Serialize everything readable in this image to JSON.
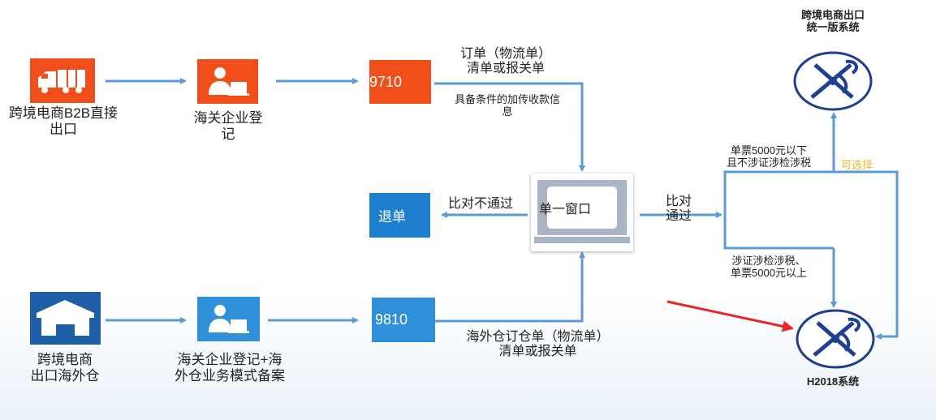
{
  "nodes": {
    "b2b": {
      "label_line1": "跨境电商B2B直接",
      "label_line2": "出口",
      "icon": "truck-icon"
    },
    "register_top": {
      "label_line1": "海关企业登",
      "label_line2": "记",
      "icon": "person-computer-icon"
    },
    "code_9710": {
      "code": "9710"
    },
    "single_window": {
      "label": "单一窗口",
      "icon": "monitor-icon"
    },
    "return": {
      "label": "退单"
    },
    "warehouse": {
      "label_line1": "跨境电商",
      "label_line2": "出口海外仓",
      "icon": "warehouse-icon"
    },
    "register_bottom": {
      "label_line1": "海关企业登记+海",
      "label_line2": "外仓业务模式备案",
      "icon": "person-computer-icon"
    },
    "code_9810": {
      "code": "9810"
    },
    "unified_system": {
      "title_line1": "跨境电商出口",
      "title_line2": "统一版系统",
      "icon": "customs-emblem-icon"
    },
    "h2018_system": {
      "title": "H2018系统",
      "icon": "customs-emblem-icon"
    }
  },
  "edge_labels": {
    "order_top_line1": "订单（物流单）",
    "order_top_line2": "清单或报关单",
    "payment_info_line1": "具备条件的加传收款信",
    "payment_info_line2": "息",
    "compare_fail": "比对不通过",
    "compare_pass_line1": "比对",
    "compare_pass_line2": "通过",
    "under_5000_line1": "单票5000元以下",
    "under_5000_line2": "且不涉证涉检涉税",
    "optional": "可选择",
    "over_5000_line1": "涉证涉检涉税、",
    "over_5000_line2": "单票5000元以上",
    "order_bottom_line1": "海外仓订仓单（物流单）",
    "order_bottom_line2": "清单或报关单"
  },
  "colors": {
    "arrow": "#5b9bd5",
    "orange": "#f04e1a",
    "blue_tile": "#2f8fd8",
    "dark_blue": "#1f5fa8",
    "navy": "#1f3f8f",
    "optional": "#e6b822",
    "red_pointer": "#e8262b"
  }
}
